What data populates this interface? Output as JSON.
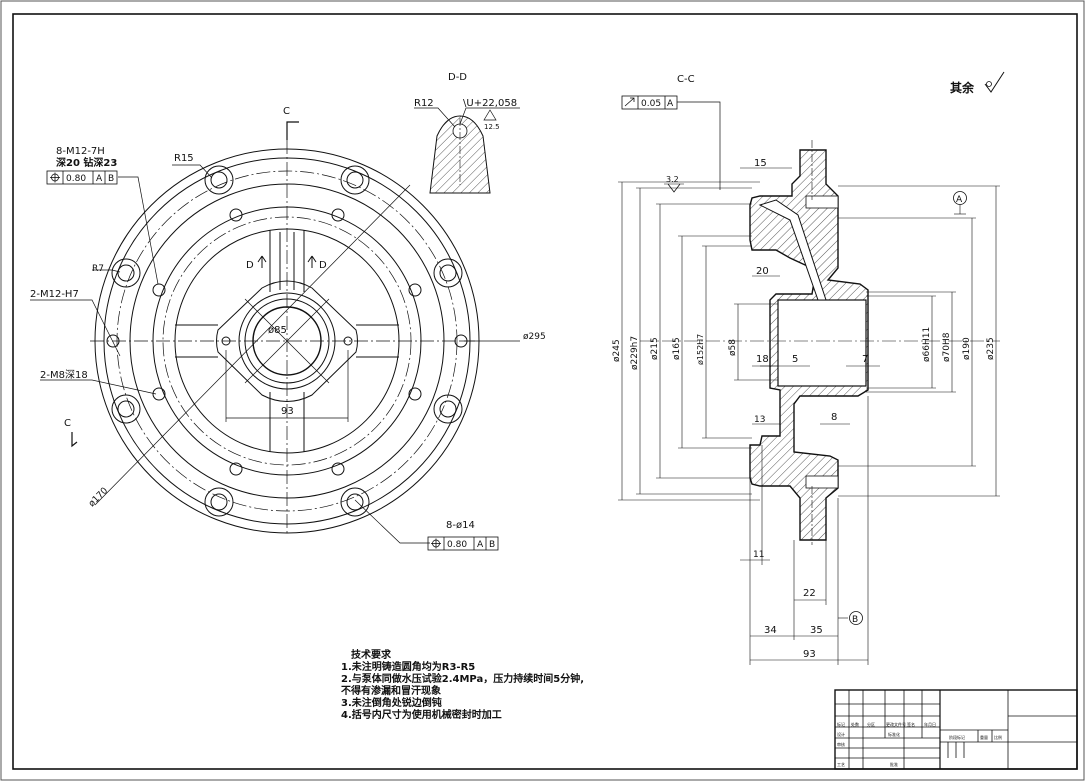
{
  "roughness_note": {
    "label": "其余"
  },
  "front_view": {
    "section_labels": [
      "C",
      "C"
    ],
    "callouts": {
      "tapped_holes": {
        "line1": "8-M12-7H",
        "line2": "深20  钻深23",
        "tol_value": "0.80",
        "datums": [
          "A",
          "B"
        ]
      },
      "r15": "R15",
      "r7": "R7",
      "m12_h7": "2-M12-H7",
      "m8": "2-M8深18",
      "d_marks": [
        "D",
        "D"
      ],
      "phi85": "ø85",
      "phi295": "ø295",
      "dim93": "93",
      "phi170": "ø170",
      "holes14": {
        "label": "8-ø14",
        "tol_value": "0.80",
        "datums": [
          "A",
          "B"
        ]
      }
    }
  },
  "detail_dd": {
    "title": "D-D",
    "r12": "R12",
    "angle": "\\U+22,058",
    "roughness": "12.5"
  },
  "section_cc": {
    "title": "C-C",
    "runout": {
      "value": "0.05",
      "datum": "A"
    },
    "roughness": "3.2",
    "datum_a": "A",
    "datum_b": "B",
    "diameters_left": [
      "ø245",
      "ø229h7",
      "ø215",
      "ø165",
      "ø152H7",
      "ø58"
    ],
    "diameters_right": [
      "ø66H11",
      "ø70H8",
      "ø190",
      "ø235"
    ],
    "dims": {
      "d15": "15",
      "d20": "20",
      "d18": "18",
      "d5": "5",
      "d7": "7",
      "d13": "13",
      "d8": "8",
      "d11": "11",
      "d22": "22",
      "d34": "34",
      "d35": "35",
      "d93": "93"
    }
  },
  "tech_requirements": {
    "title": "技术要求",
    "lines": [
      "1.未注明铸造圆角均为R3-R5",
      "2.与泵体同做水压试验2.4MPa，压力持续时间5分钟,",
      "不得有渗漏和冒汗现象",
      "3.未注倒角处锐边倒钝",
      "4.括号内尺寸为使用机械密封时加工"
    ]
  },
  "title_block": {
    "row1": [
      "标记",
      "处数",
      "分区",
      "更改文件号",
      "签名",
      "年月日"
    ],
    "design": "设计",
    "standard": "标准化",
    "stage": "阶段标记",
    "weight": "重量",
    "scale": "比例",
    "check": "审核",
    "process": "工艺",
    "approve": "批准",
    "audit": "审核2"
  }
}
